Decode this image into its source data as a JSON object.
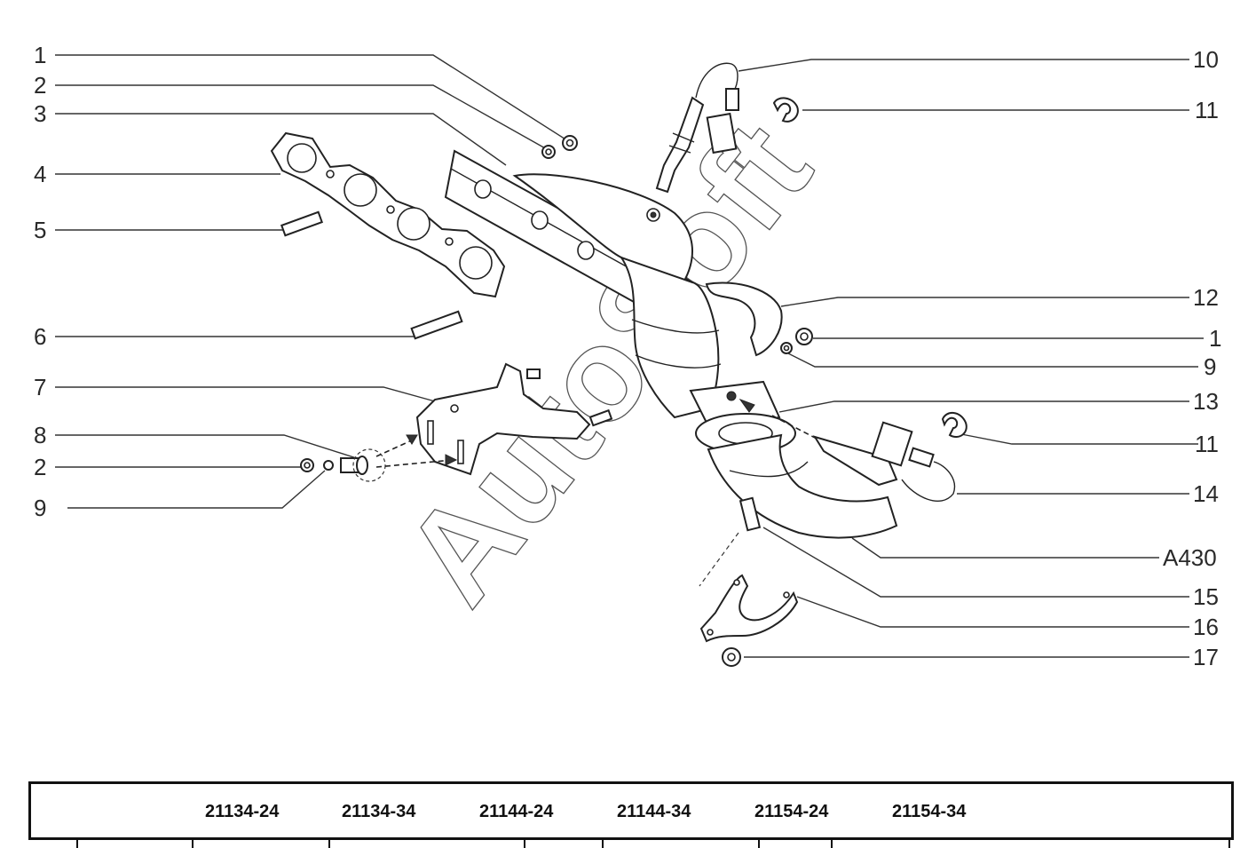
{
  "watermark": "AutoSoft",
  "callouts_left": [
    "1",
    "2",
    "3",
    "4",
    "5",
    "6",
    "7",
    "8",
    "2",
    "9"
  ],
  "callouts_right": [
    "10",
    "11",
    "12",
    "1",
    "9",
    "13",
    "11",
    "14",
    "A430",
    "15",
    "16",
    "17"
  ],
  "table": {
    "columns": [
      "21134-24",
      "21134-34",
      "21144-24",
      "21144-34",
      "21154-24",
      "21154-34"
    ]
  }
}
